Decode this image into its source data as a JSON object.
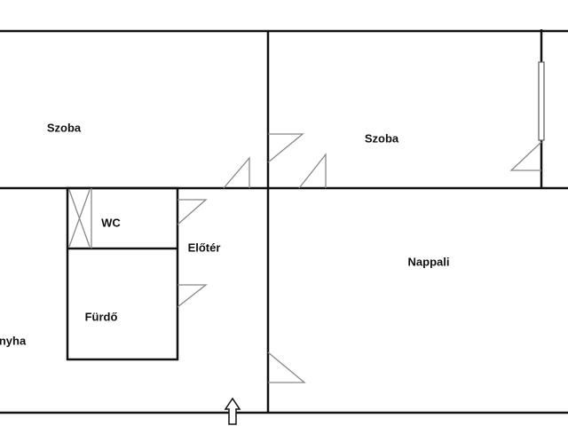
{
  "title": "Floor plan",
  "rooms": {
    "szoba_left": "Szoba",
    "szoba_right": "Szoba",
    "wc": "WC",
    "eloter": "Előtér",
    "nappali": "Nappali",
    "furdo": "Fürdő",
    "konyha_partial": "nyha"
  },
  "colors": {
    "wall": "#111111",
    "door": "#888888"
  }
}
